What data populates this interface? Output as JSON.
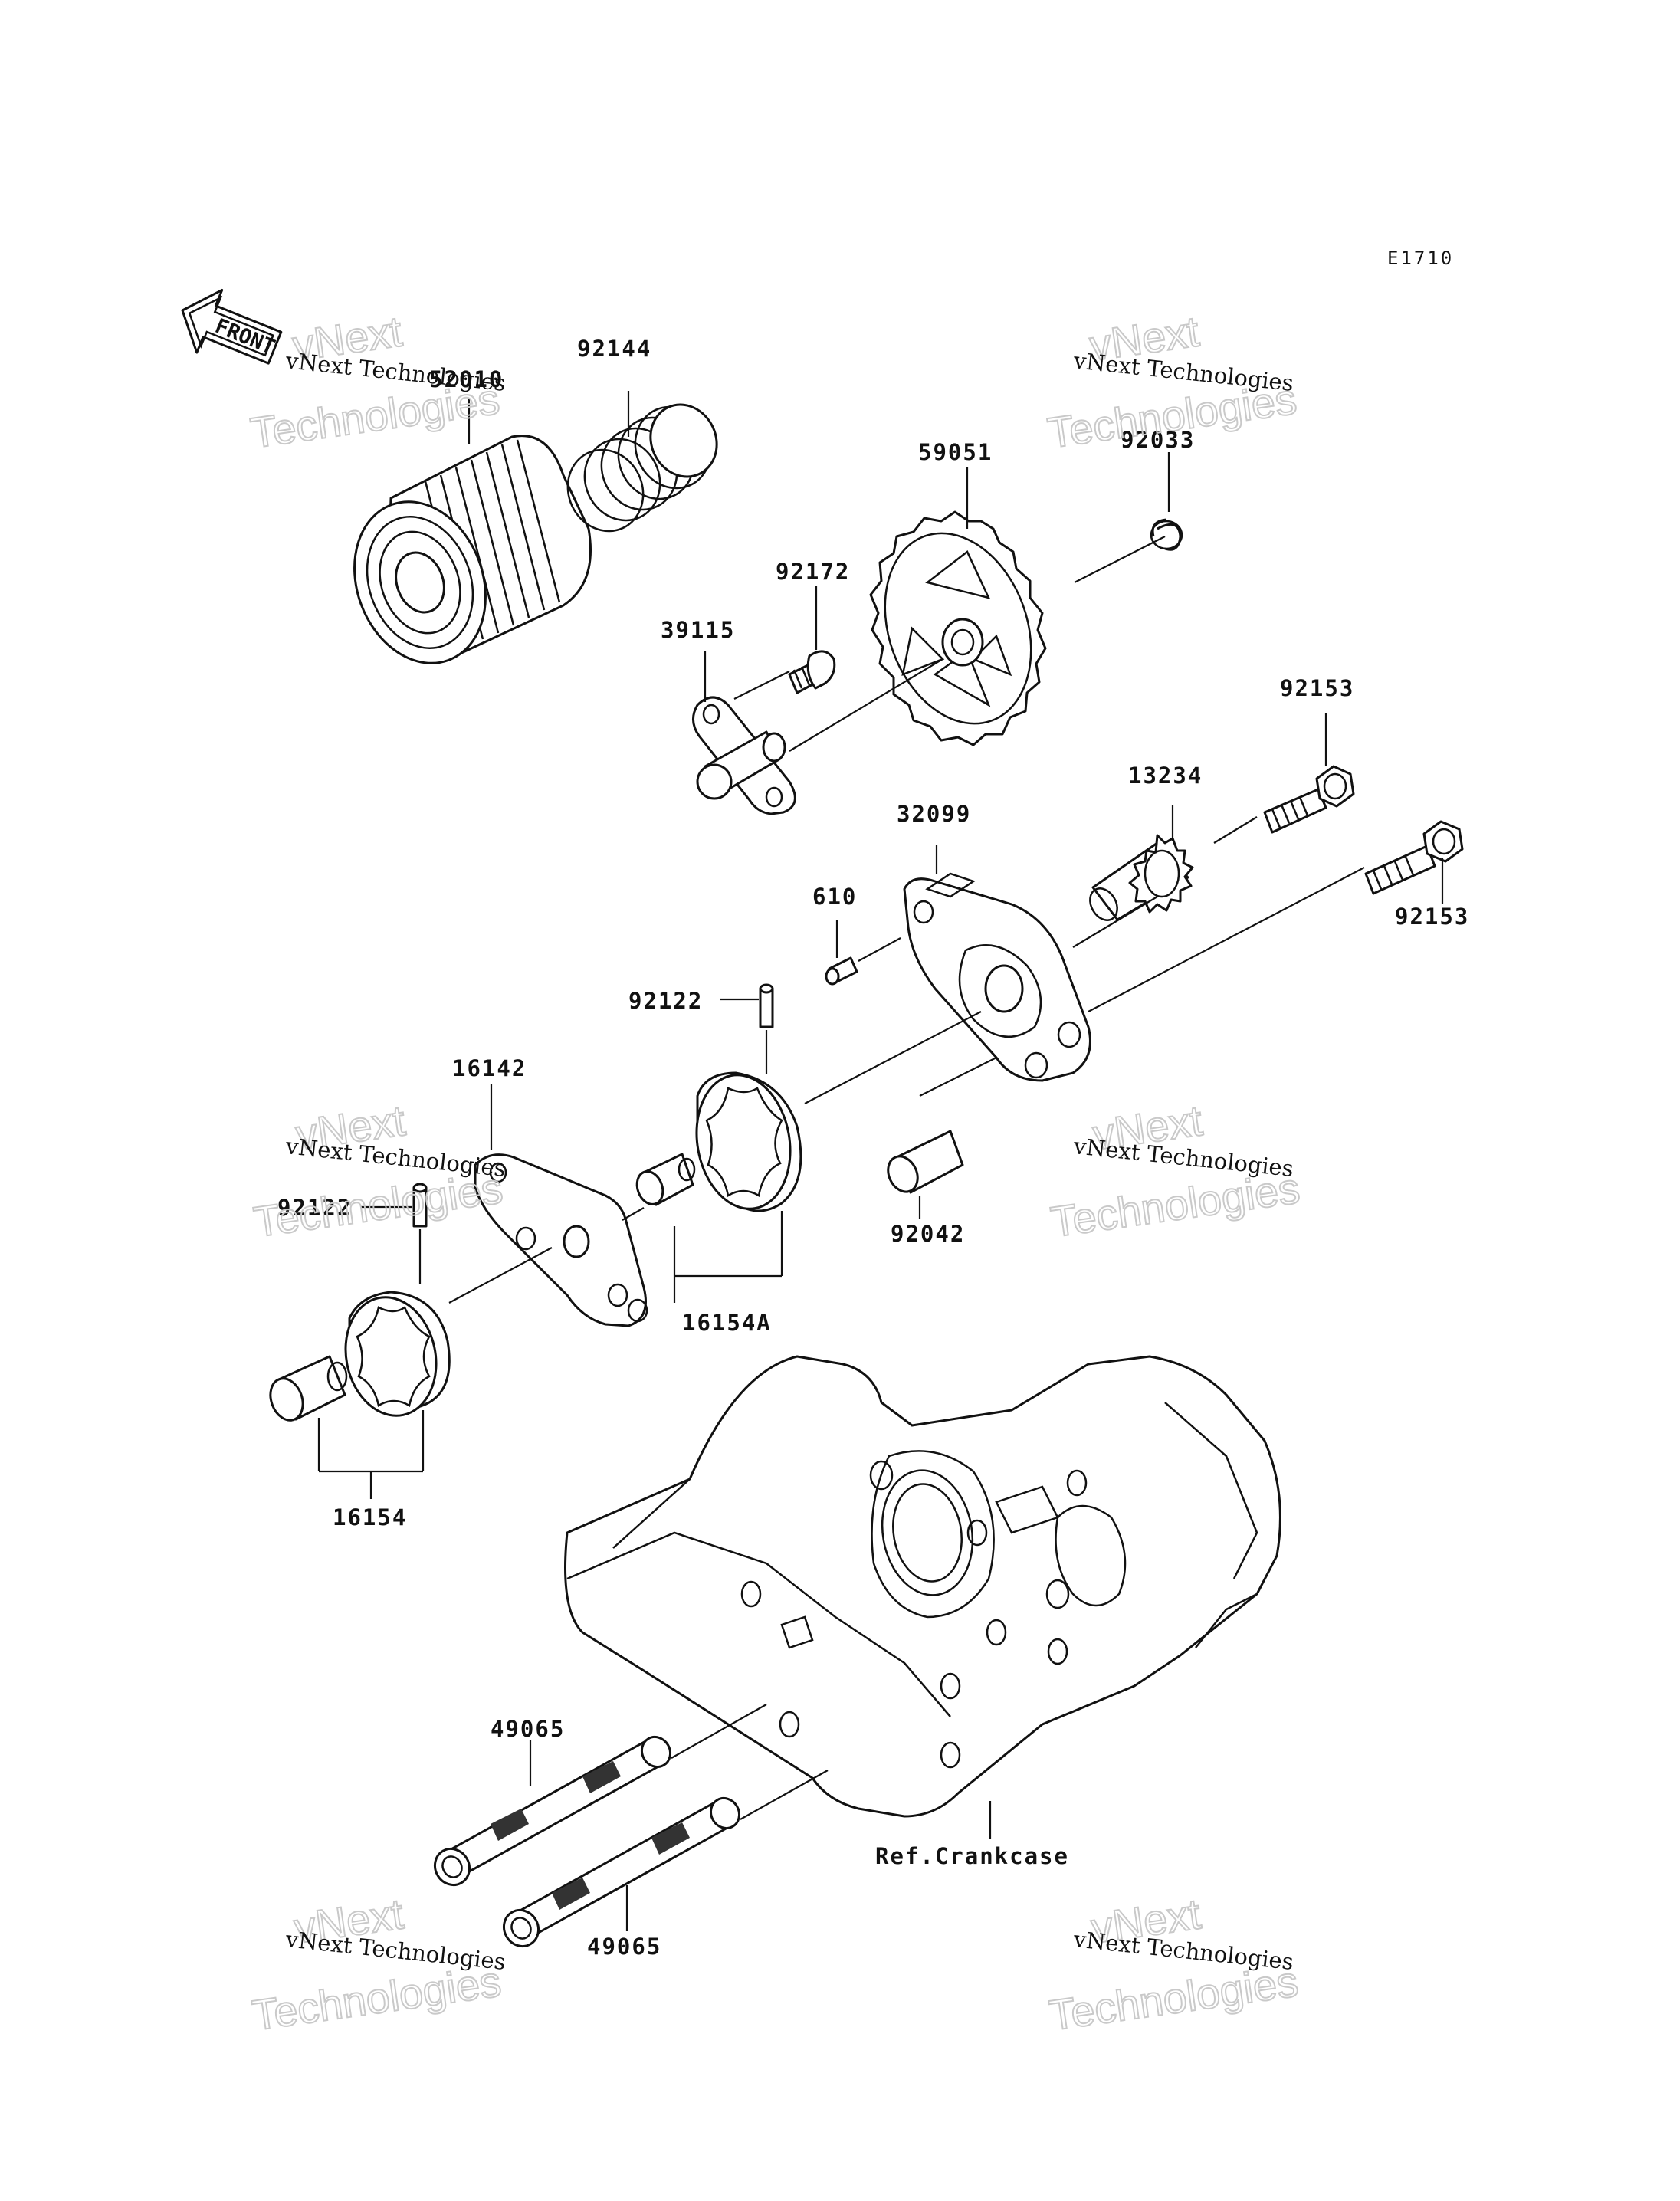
{
  "diagram_code": "E1710",
  "front_arrow_text": "FRONT",
  "watermark": {
    "line1": "vNext Technologies",
    "ghost_top": "vNext",
    "ghost_bottom": "Technologies"
  },
  "parts": [
    {
      "id": "52010",
      "label": "52010"
    },
    {
      "id": "92144",
      "label": "92144"
    },
    {
      "id": "59051",
      "label": "59051"
    },
    {
      "id": "92033",
      "label": "92033"
    },
    {
      "id": "92172",
      "label": "92172"
    },
    {
      "id": "39115",
      "label": "39115"
    },
    {
      "id": "92153a",
      "label": "92153"
    },
    {
      "id": "13234",
      "label": "13234"
    },
    {
      "id": "32099",
      "label": "32099"
    },
    {
      "id": "92153b",
      "label": "92153"
    },
    {
      "id": "610",
      "label": "610"
    },
    {
      "id": "92122a",
      "label": "92122"
    },
    {
      "id": "16142",
      "label": "16142"
    },
    {
      "id": "92122b",
      "label": "92122"
    },
    {
      "id": "92042",
      "label": "92042"
    },
    {
      "id": "16154A",
      "label": "16154A"
    },
    {
      "id": "16154",
      "label": "16154"
    },
    {
      "id": "49065a",
      "label": "49065"
    },
    {
      "id": "49065b",
      "label": "49065"
    },
    {
      "id": "ref-crankcase",
      "label": "Ref.Crankcase"
    }
  ]
}
